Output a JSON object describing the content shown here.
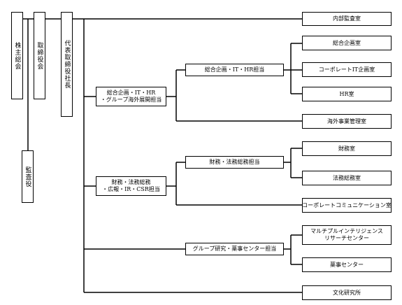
{
  "left": {
    "shareholders": "株主総会",
    "board": "取締役会",
    "president": "代表取締役社長",
    "auditors": "監査役"
  },
  "units": {
    "internal_audit": "内部監査室",
    "planning_head": "総合企画・IT・HR\n・グループ海外展開担当",
    "planning_it_hr": "総合企画・IT・HR担当",
    "general_planning": "総合企画室",
    "corporate_it": "コーポレートIT企画室",
    "hr": "HR室",
    "overseas": "海外事業管理室",
    "finance_head": "財務・法務総務\n・広報・IR・CSR担当",
    "finance_legal": "財務・法務総務担当",
    "finance": "財務室",
    "legal": "法務総務室",
    "corp_comm": "コーポレートコミュニケーション室",
    "research_head": "グループ研究・薬事センター担当",
    "mi_research": "マルチプルインテリジェンス\nリサーチセンター",
    "regulatory": "薬事センター",
    "culture": "文化研究所"
  }
}
